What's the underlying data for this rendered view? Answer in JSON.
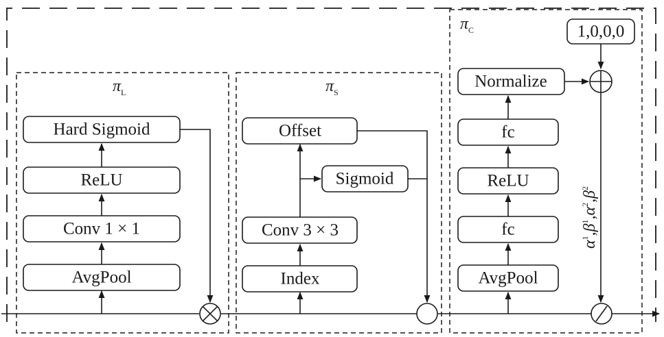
{
  "modules": {
    "L": {
      "symbol": "π",
      "subscript": "L"
    },
    "S": {
      "symbol": "π",
      "subscript": "S"
    },
    "C": {
      "symbol": "π",
      "subscript": "C"
    }
  },
  "left": {
    "hard_sigmoid": "Hard Sigmoid",
    "relu": "ReLU",
    "conv": "Conv 1 × 1",
    "avgpool": "AvgPool"
  },
  "middle": {
    "offset": "Offset",
    "sigmoid": "Sigmoid",
    "conv": "Conv 3 × 3",
    "index": "Index"
  },
  "right": {
    "init": "1,0,0,0",
    "normalize": "Normalize",
    "fc_top": "fc",
    "relu": "ReLU",
    "fc_bottom": "fc",
    "avgpool": "AvgPool"
  },
  "coefficients": {
    "alpha1": "α",
    "alpha1_sup": "1",
    "beta1": "β",
    "beta1_sup": "1",
    "alpha2": "α",
    "alpha2_sup": "2",
    "beta2": "β",
    "beta2_sup": "2"
  }
}
